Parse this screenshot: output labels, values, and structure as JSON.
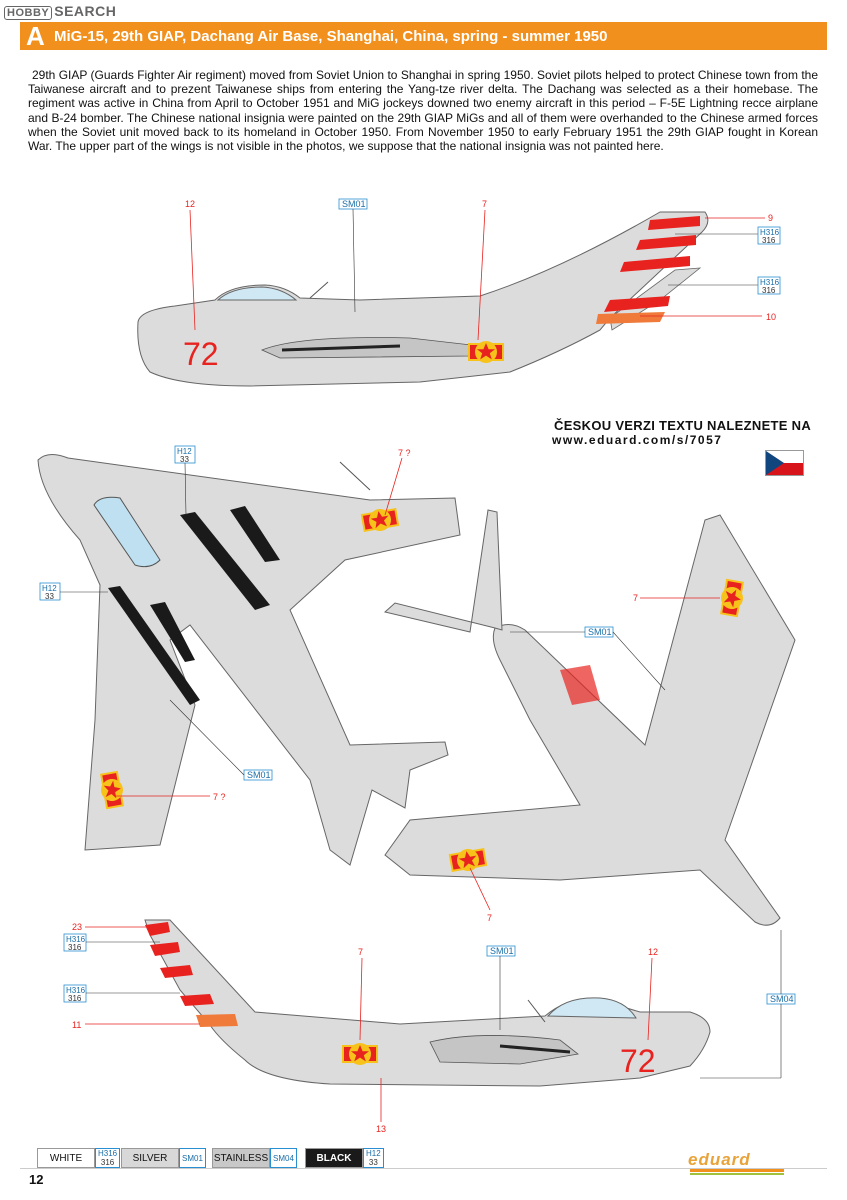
{
  "watermark": {
    "logo": "HOBBY",
    "text": "SEARCH"
  },
  "header": {
    "letter": "A",
    "title": "MiG-15, 29th GIAP, Dachang Air Base, Shanghai, China, spring - summer 1950"
  },
  "description": "29th GIAP (Guards Fighter Air regiment) moved from Soviet Union to Shanghai in spring 1950. Soviet pilots helped to protect Chinese town from the Taiwanese aircraft and to prezent Taiwanese ships from entering the Yang-tze river delta. The Dachang was selected as a their homebase. The regiment was active in China from April to October 1951 and MiG jockeys downed two enemy aircraft in this period – F-5E Lightning recce airplane and B-24 bomber. The Chinese national insignia were painted on the 29th GIAP MiGs and all of them were overhanded to the Chinese armed forces when the Soviet unit moved back to its homeland in October 1950. From November 1950 to early February 1951 the 29th GIAP fought in Korean War. The upper part of the wings is not visible in the photos, we suppose that the national insignia was not painted here.",
  "czech_note": {
    "line1": "ČESKOU VERZI TEXTU NALEZNETE NA",
    "line2": "www.eduard.com/s/7057"
  },
  "aircraft_number": "72",
  "callouts": {
    "c12a": "12",
    "c7a": "7",
    "c9": "9",
    "c10": "10",
    "c7q1": "7 ?",
    "c7b": "7",
    "c7q2": "7 ?",
    "c7c": "7",
    "c23": "23",
    "c11": "11",
    "c7d": "7",
    "c12b": "12",
    "c13": "13",
    "sm01": "SM01",
    "sm04": "SM04",
    "h316a": "H316",
    "n316": "316",
    "h12": "H12",
    "n33": "33"
  },
  "legend": [
    {
      "name": "WHITE",
      "code1": "H316",
      "code2": "316"
    },
    {
      "name": "SILVER",
      "code1": "SM01",
      "code2": ""
    },
    {
      "name": "STAINLESS",
      "code1": "SM04",
      "code2": ""
    },
    {
      "name": "BLACK",
      "code1": "H12",
      "code2": "33"
    }
  ],
  "page_number": "12",
  "brand": "eduard",
  "colors": {
    "header": "#f2901d",
    "insignia_red": "#e8231f",
    "insignia_yellow": "#f7c21a",
    "aircraft_silver": "#dcdcdc",
    "callout_red": "#e8231f",
    "code_blue": "#1a6ea8"
  }
}
